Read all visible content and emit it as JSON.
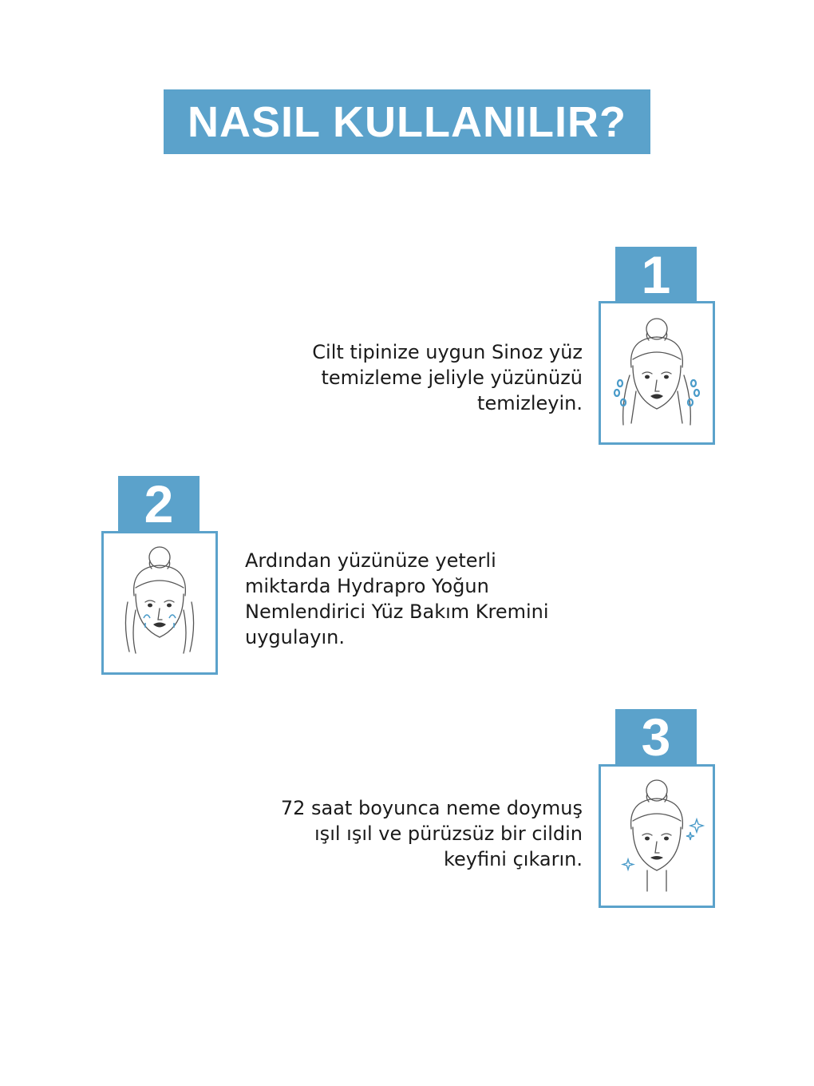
{
  "title": "NASIL KULLANILIR?",
  "accent_color": "#5ba2cb",
  "steps": [
    {
      "number": "1",
      "lines": [
        "Cilt tipinize uygun Sinoz yüz",
        "temizleme jeliyle yüzünüzü",
        "temizleyin."
      ],
      "icon": "face-washing-icon"
    },
    {
      "number": "2",
      "lines": [
        "Ardından yüzünüze yeterli",
        "miktarda Hydrapro Yoğun",
        "Nemlendirici Yüz Bakım Kremini",
        "uygulayın."
      ],
      "icon": "face-cream-application-icon"
    },
    {
      "number": "3",
      "lines": [
        "72 saat boyunca neme doymuş",
        "ışıl ışıl ve pürüzsüz bir cildin",
        "keyfini çıkarın."
      ],
      "icon": "face-glowing-icon"
    }
  ]
}
